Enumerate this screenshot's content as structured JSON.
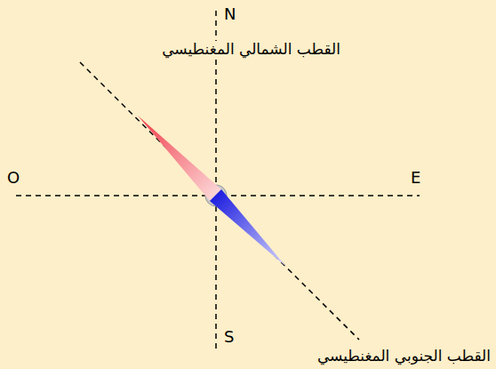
{
  "diagram": {
    "labels": [
      "N",
      "القطب الشمالي المغنطيسي",
      "O",
      "E",
      "S",
      "القطب الجنوبي المغنطيسي"
    ]
  }
}
